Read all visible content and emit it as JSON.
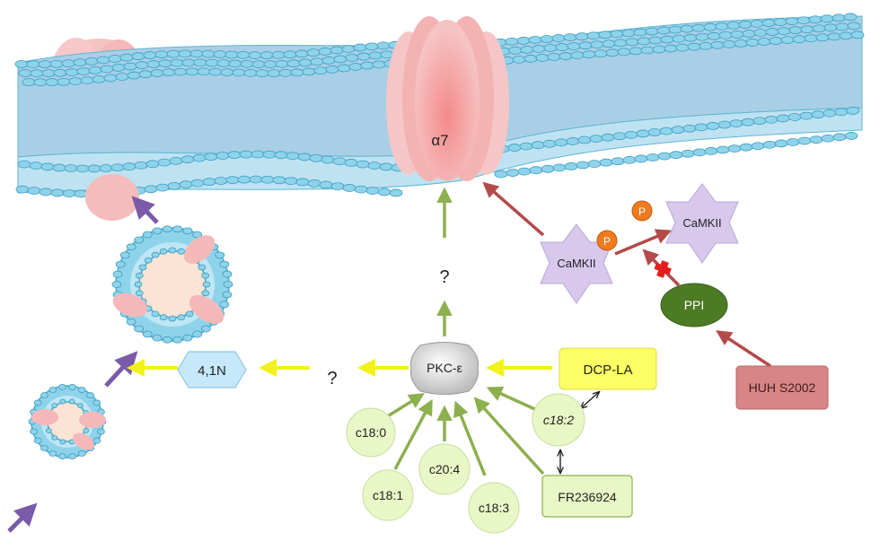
{
  "labels": {
    "receptor": "α7",
    "question_top": "?",
    "question_left": "?",
    "protein_41n": "4,1N",
    "pkc": "PKC-ε",
    "dcp_la": "DCP-LA",
    "c18_2": "c18:2",
    "c18_0": "c18:0",
    "c18_1": "c18:1",
    "c20_4": "c20:4",
    "c18_3": "c18:3",
    "fr": "FR236924",
    "camkii_left": "CaMKII",
    "camkii_right": "CaMKII",
    "phospho_1": "P",
    "phospho_2": "P",
    "ppi": "PPI",
    "huh": "HUH S2002"
  },
  "colors": {
    "green_arrow": "#8db04f",
    "yellow_arrow": "#f2f21a",
    "red_arrow": "#b44a4a",
    "purple_arrow": "#7b5ba8",
    "membrane_head": "#8fd3ea",
    "membrane_core": "#b8d4e6",
    "receptor": "#f3b3b3",
    "camkii": "#d8c9ec",
    "ppi": "#4d7a25",
    "huh": "#d98585",
    "dcp_box": "#ffff66",
    "fa_circle": "#e9f7c6",
    "protein_41n": "#c7e8fb",
    "phospho": "#f07a1e"
  }
}
